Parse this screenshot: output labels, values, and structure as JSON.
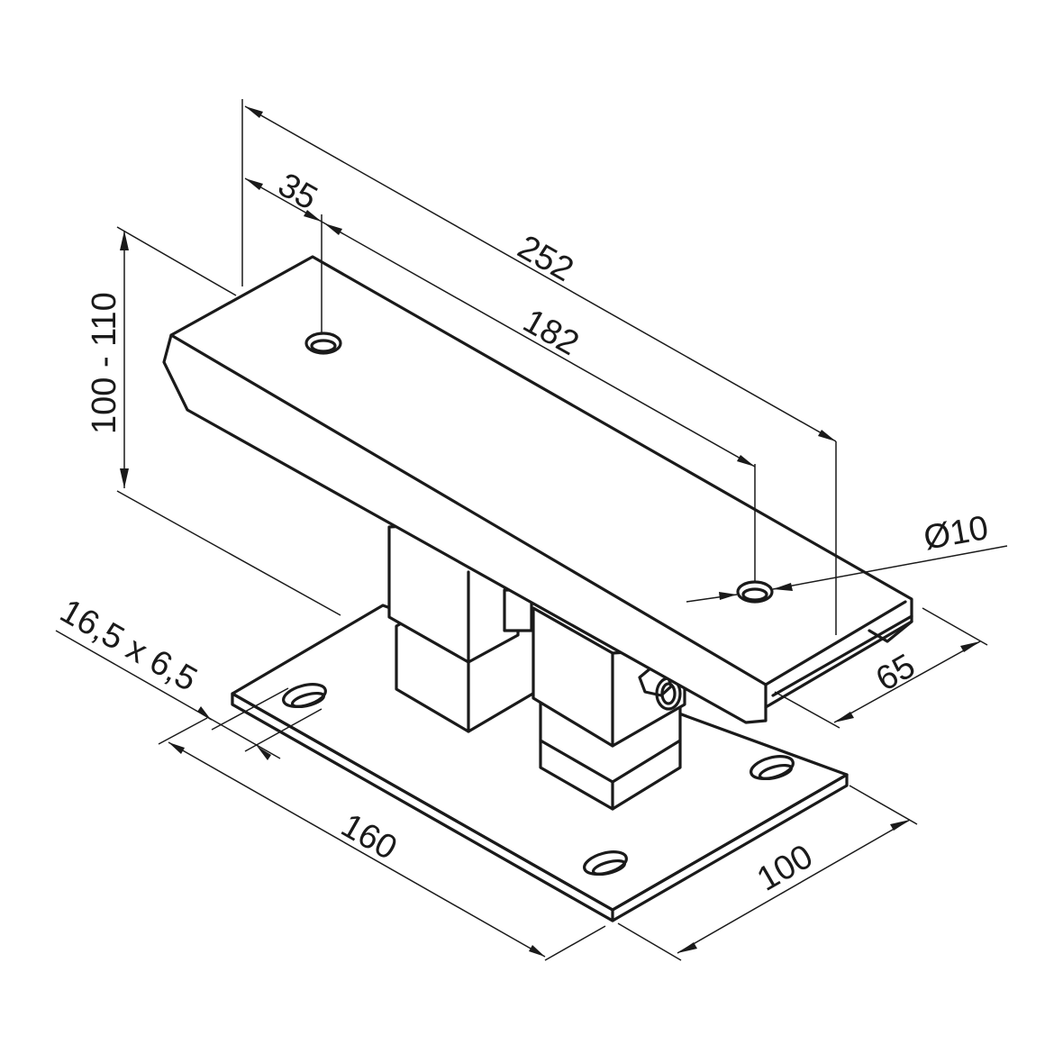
{
  "drawing": {
    "type": "isometric technical drawing",
    "subject": "adjustable post base bracket with U-channel top and slotted base plate",
    "line_color": "#1a1a1a",
    "background": "#ffffff"
  },
  "dimensions": {
    "overall_length": "252",
    "hole_spacing": "182",
    "hole_offset": "35",
    "height_range": "100 - 110",
    "hole_diameter": "Ø10",
    "channel_width": "65",
    "slot_size": "16,5 x 6,5",
    "plate_length": "160",
    "plate_width": "100"
  }
}
